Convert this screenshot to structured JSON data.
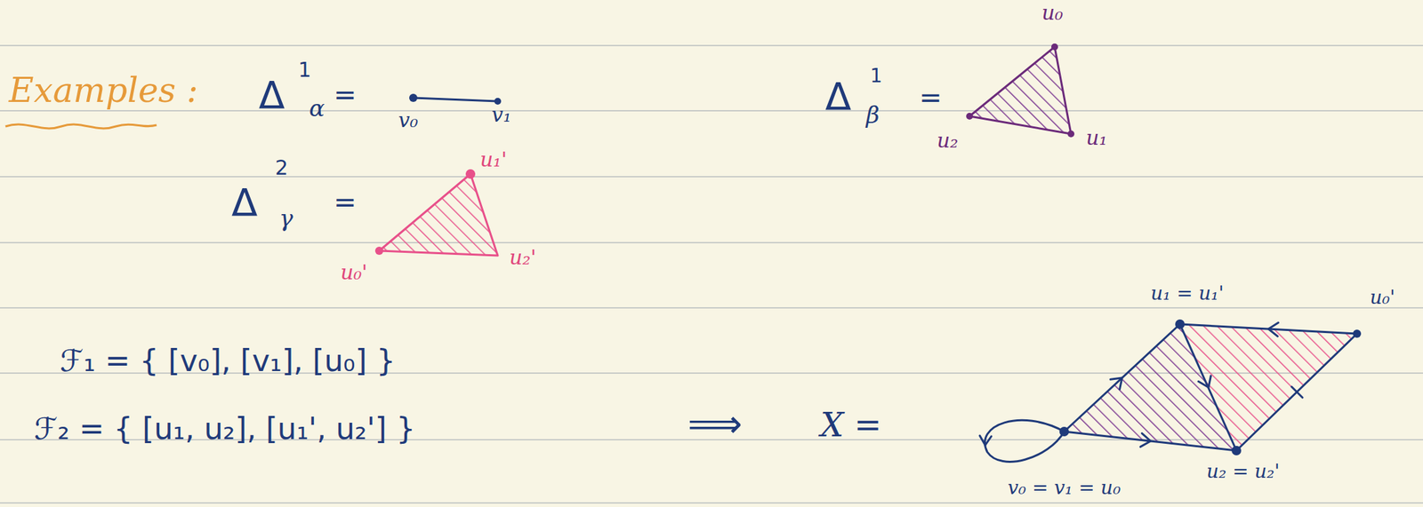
{
  "diagram": {
    "title": "Examples :",
    "labels": [
      "Δ",
      "1",
      "α",
      "=",
      "v₀",
      "v₁",
      "Δ",
      "2",
      "γ",
      "=",
      "u₁'",
      "u₂'",
      "u₀'",
      "Δ",
      "1",
      "β",
      "=",
      "u₀",
      "u₁",
      "u₂",
      "ℱ₁ = { [v₀], [v₁], [u₀] }",
      "ℱ₂ = { [u₁, u₂], [u₁', u₂'] }",
      "⟹",
      "X =",
      "u₁ = u₁'",
      "u₀'",
      "u₂ = u₂'",
      "v₀ = v₁ = u₀"
    ]
  }
}
